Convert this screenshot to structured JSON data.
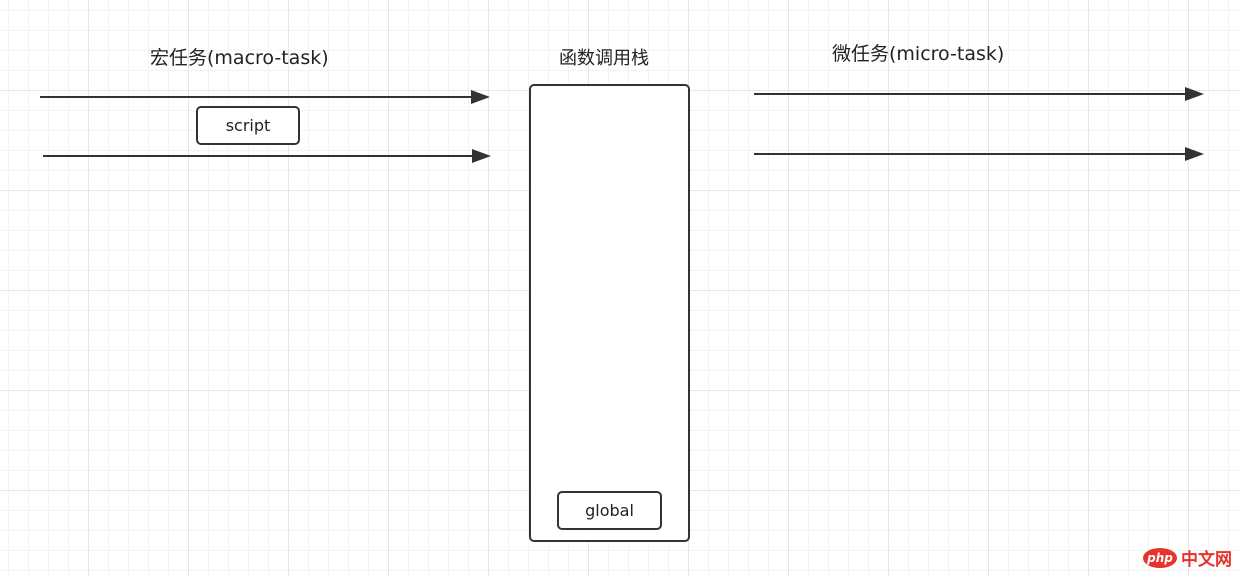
{
  "macro_title": "宏任务(macro-task)",
  "stack_title": "函数调用栈",
  "micro_title": "微任务(micro-task)",
  "script_label": "script",
  "global_label": "global",
  "watermark": {
    "logo": "php",
    "text": "中文网"
  },
  "colors": {
    "line": "#333333",
    "grid": "#e6e6e6",
    "watermark": "#e8322b"
  }
}
